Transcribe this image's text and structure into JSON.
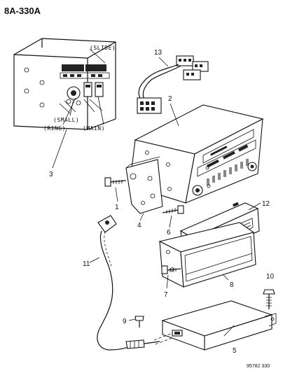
{
  "diagram_code": "8A-330A",
  "footer_code": "95782 330",
  "inset_labels": {
    "slide": "(SLIDE)",
    "small": "(SMALL)",
    "ring": "(RING)",
    "main": "(MAIN)"
  },
  "callouts": {
    "c1": "1",
    "c2": "2",
    "c3": "3",
    "c4": "4",
    "c5": "5",
    "c6": "6",
    "c7": "7",
    "c8": "8",
    "c9": "9",
    "c10": "10",
    "c11": "11",
    "c12": "12",
    "c13": "13"
  }
}
